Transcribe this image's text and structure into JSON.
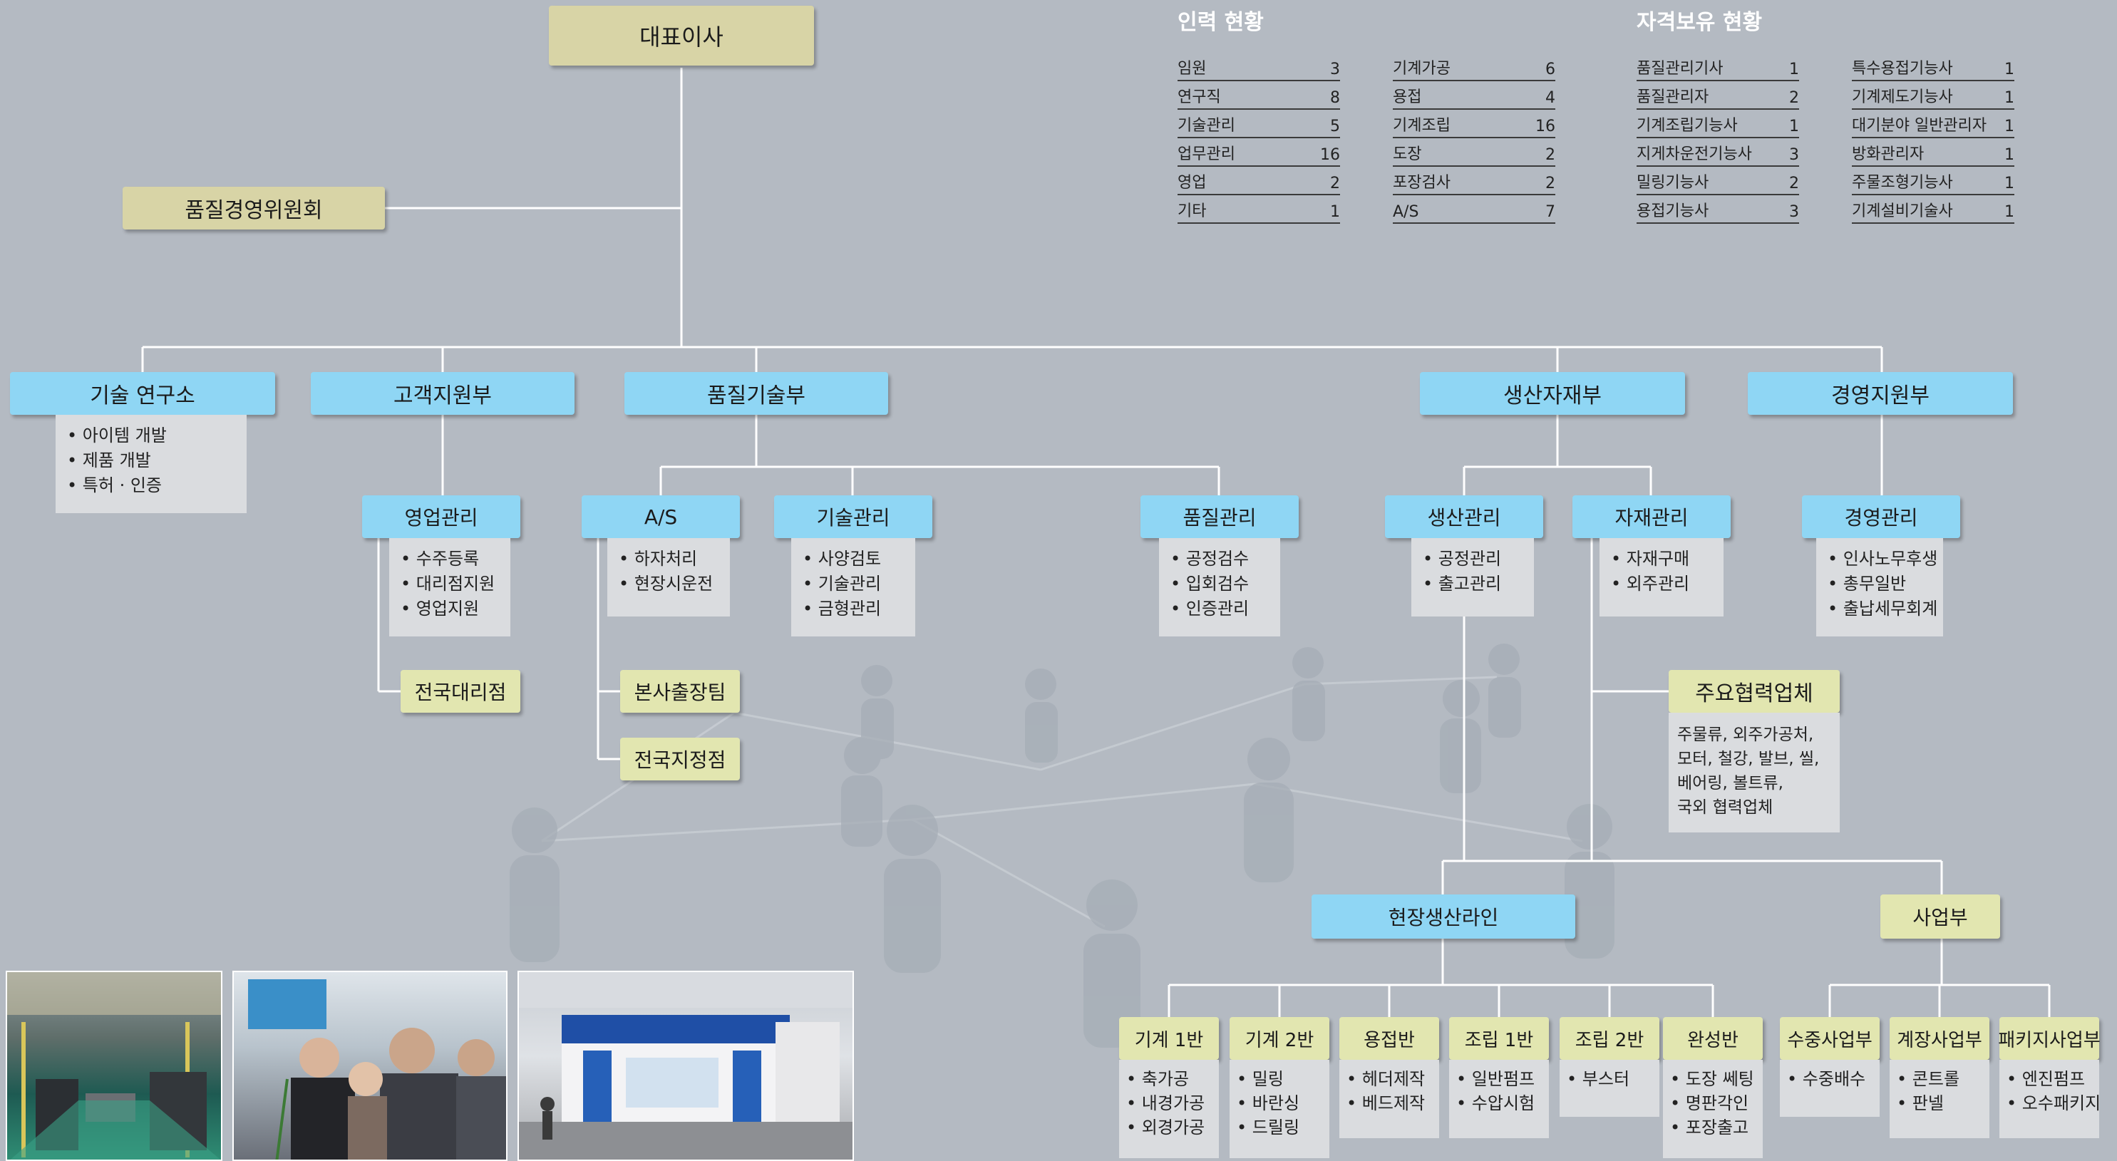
{
  "top": {
    "ceo": "대표이사",
    "committee": "품질경영위원회"
  },
  "departments": {
    "rnd": {
      "label": "기술 연구소",
      "items": [
        "아이템 개발",
        "제품 개발",
        "특허 · 인증"
      ]
    },
    "customer": {
      "label": "고객지원부"
    },
    "quality": {
      "label": "품질기술부"
    },
    "production": {
      "label": "생산자재부"
    },
    "management": {
      "label": "경영지원부"
    }
  },
  "teams": {
    "sales": {
      "label": "영업관리",
      "items": [
        "수주등록",
        "대리점지원",
        "영업지원"
      ]
    },
    "as": {
      "label": "A/S",
      "items": [
        "하자처리",
        "현장시운전"
      ]
    },
    "tech": {
      "label": "기술관리",
      "items": [
        "사양검토",
        "기술관리",
        "금형관리"
      ]
    },
    "qc": {
      "label": "품질관리",
      "items": [
        "공정검수",
        "입회검수",
        "인증관리"
      ]
    },
    "prod": {
      "label": "생산관리",
      "items": [
        "공정관리",
        "출고관리"
      ]
    },
    "material": {
      "label": "자재관리",
      "items": [
        "자재구매",
        "외주관리"
      ]
    },
    "mgmt": {
      "label": "경영관리",
      "items": [
        "인사노무후생",
        "총무일반",
        "출납세무회계"
      ]
    }
  },
  "branches": {
    "agency": "전국대리점",
    "hq_service": "본사출장팀",
    "service_point": "전국지정점"
  },
  "partners": {
    "label": "주요협력업체",
    "lines": [
      "주물류, 외주가공처,",
      "모터, 철강, 발브, 씰,",
      "베어링, 볼트류,",
      "국외 협력업체"
    ]
  },
  "line": {
    "label": "현장생산라인"
  },
  "business": {
    "label": "사업부"
  },
  "units": [
    {
      "label": "기계 1반",
      "items": [
        "축가공",
        "내경가공",
        "외경가공"
      ]
    },
    {
      "label": "기계 2반",
      "items": [
        "밀링",
        "바란싱",
        "드릴링"
      ]
    },
    {
      "label": "용접반",
      "items": [
        "헤더제작",
        "베드제작"
      ]
    },
    {
      "label": "조립 1반",
      "items": [
        "일반펌프",
        "수압시험"
      ]
    },
    {
      "label": "조립 2반",
      "items": [
        "부스터"
      ]
    },
    {
      "label": "완성반",
      "items": [
        "도장 쎄팅",
        "명판각인",
        "포장출고"
      ]
    },
    {
      "label": "수중사업부",
      "items": [
        "수중배수"
      ]
    },
    {
      "label": "계장사업부",
      "items": [
        "콘트롤",
        "판넬"
      ]
    },
    {
      "label": "패키지사업부",
      "items": [
        "엔진펌프",
        "오수패키지"
      ]
    }
  ],
  "staff": {
    "title": "인력 현황",
    "col1": [
      {
        "name": "임원",
        "count": "3"
      },
      {
        "name": "연구직",
        "count": "8"
      },
      {
        "name": "기술관리",
        "count": "5"
      },
      {
        "name": "업무관리",
        "count": "16"
      },
      {
        "name": "영업",
        "count": "2"
      },
      {
        "name": "기타",
        "count": "1"
      }
    ],
    "col2": [
      {
        "name": "기계가공",
        "count": "6"
      },
      {
        "name": "용접",
        "count": "4"
      },
      {
        "name": "기계조립",
        "count": "16"
      },
      {
        "name": "도장",
        "count": "2"
      },
      {
        "name": "포장검사",
        "count": "2"
      },
      {
        "name": "A/S",
        "count": "7"
      }
    ]
  },
  "certs": {
    "title": "자격보유 현황",
    "col1": [
      {
        "name": "품질관리기사",
        "count": "1"
      },
      {
        "name": "품질관리자",
        "count": "2"
      },
      {
        "name": "기계조립기능사",
        "count": "1"
      },
      {
        "name": "지게차운전기능사",
        "count": "3"
      },
      {
        "name": "밀링기능사",
        "count": "2"
      },
      {
        "name": "용접기능사",
        "count": "3"
      }
    ],
    "col2": [
      {
        "name": "특수용접기능사",
        "count": "1"
      },
      {
        "name": "기계제도기능사",
        "count": "1"
      },
      {
        "name": "대기분야 일반관리자",
        "count": "1"
      },
      {
        "name": "방화관리자",
        "count": "1"
      },
      {
        "name": "주물조형기능사",
        "count": "1"
      },
      {
        "name": "기계설비기술사",
        "count": "1"
      }
    ]
  },
  "colors": {
    "background": "#b4bac2",
    "blue_box": "#8fd6f4",
    "tan_box": "#e2e6b0",
    "top_box": "#d8d4a6",
    "detail_box": "#dadcdf"
  }
}
